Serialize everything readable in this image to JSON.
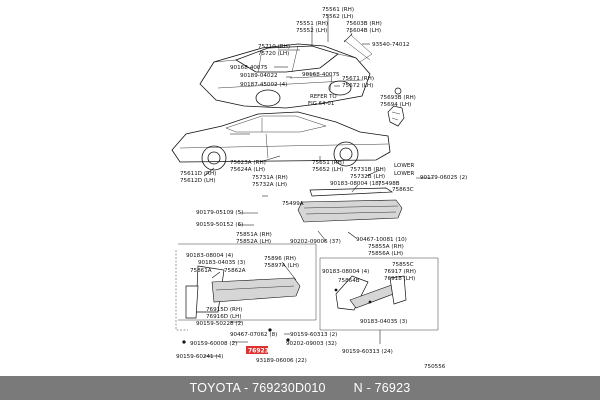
{
  "diagram": {
    "top_group": {
      "pn_75561": "75561 (RH)",
      "pn_75562": "75562 (LH)",
      "pn_75551": "75551 (RH)",
      "pn_75552": "75552 (LH)",
      "pn_75603": "75603B (RH)",
      "pn_75604": "75604B (LH)",
      "pn_93540": "93540-74012",
      "pn_75710": "75710 (RH)",
      "pn_75720": "75720 (LH)",
      "pn_90168a": "90168-40075",
      "pn_90189": "90189-04022",
      "pn_90168b": "90168-40075",
      "pn_90187": "90187-45002 (4)",
      "pn_75671": "75671 (RH)",
      "pn_75672": "75672 (LH)",
      "refer_1": "REFER TO",
      "refer_2": "FIG 64-01"
    },
    "side_group": {
      "pn_75693": "75693B (RH)",
      "pn_75694": "75694 (LH)"
    },
    "middle_group": {
      "pn_75611": "75611D (RH)",
      "pn_75612": "75612D (LH)",
      "pn_75623": "75623A (RH)",
      "pn_75624": "75624A (LH)",
      "pn_75651": "75651 (RH)",
      "pn_75652": "75652 (LH)",
      "pn_75731": "75731A (RH)",
      "pn_75732": "75732A (LH)",
      "pn_75731b": "75731B (RH)",
      "pn_75732b": "75732B (LH)",
      "lower_1": "LOWER",
      "lower_2": "LOWER",
      "pn_90179a": "90179-06025 (2)",
      "pn_90183a": "90183-08004 (18)",
      "pn_75498": "75498B",
      "pn_75863": "75863C",
      "pn_75499": "75499A",
      "pn_90179b": "90179-05109 (5)",
      "pn_90159a": "90159-50152 (6)",
      "pn_90202a": "90202-09006 (37)",
      "pn_90467a": "90467-10081 (10)",
      "pn_75851": "75851A (RH)",
      "pn_75852": "75852A (LH)",
      "pn_75855": "75855A (RH)",
      "pn_75856": "75856A (LH)"
    },
    "lower_left": {
      "pn_90183b": "90183-08004 (4)",
      "pn_90183c": "90183-04035 (3)",
      "pn_75861": "75861A",
      "pn_75862": "75862A",
      "pn_75896": "75896 (RH)",
      "pn_75897": "75897A (LH)",
      "pn_76915": "76915D (RH)",
      "pn_76916": "76916D (LH)",
      "pn_90159b": "90159-50228 (2)",
      "pn_90467b": "90467-07062 (8)",
      "pn_90159c": "90159-60313 (2)",
      "pn_90159d": "90159-60008 (2)",
      "pn_90202b": "90202-09003 (32)",
      "pn_90159e": "90159-60241 (4)",
      "pn_highlight": "76923",
      "pn_93189": "93189-06006 (22)"
    },
    "lower_right": {
      "pn_75855c": "75855C",
      "pn_90183d": "90183-08004 (4)",
      "pn_76917": "76917 (RH)",
      "pn_76918": "76918 (LH)",
      "pn_75864": "75864B",
      "pn_90183e": "90183-04035 (3)",
      "pn_90159f": "90159-60313 (24)"
    },
    "figure_code": "750556"
  },
  "footer": {
    "brand_line": "TOYOTA - 769230D010",
    "number_line": "N - 76923"
  },
  "colors": {
    "highlight": "#e0302f",
    "footer_bg": "#7a7a7a"
  }
}
